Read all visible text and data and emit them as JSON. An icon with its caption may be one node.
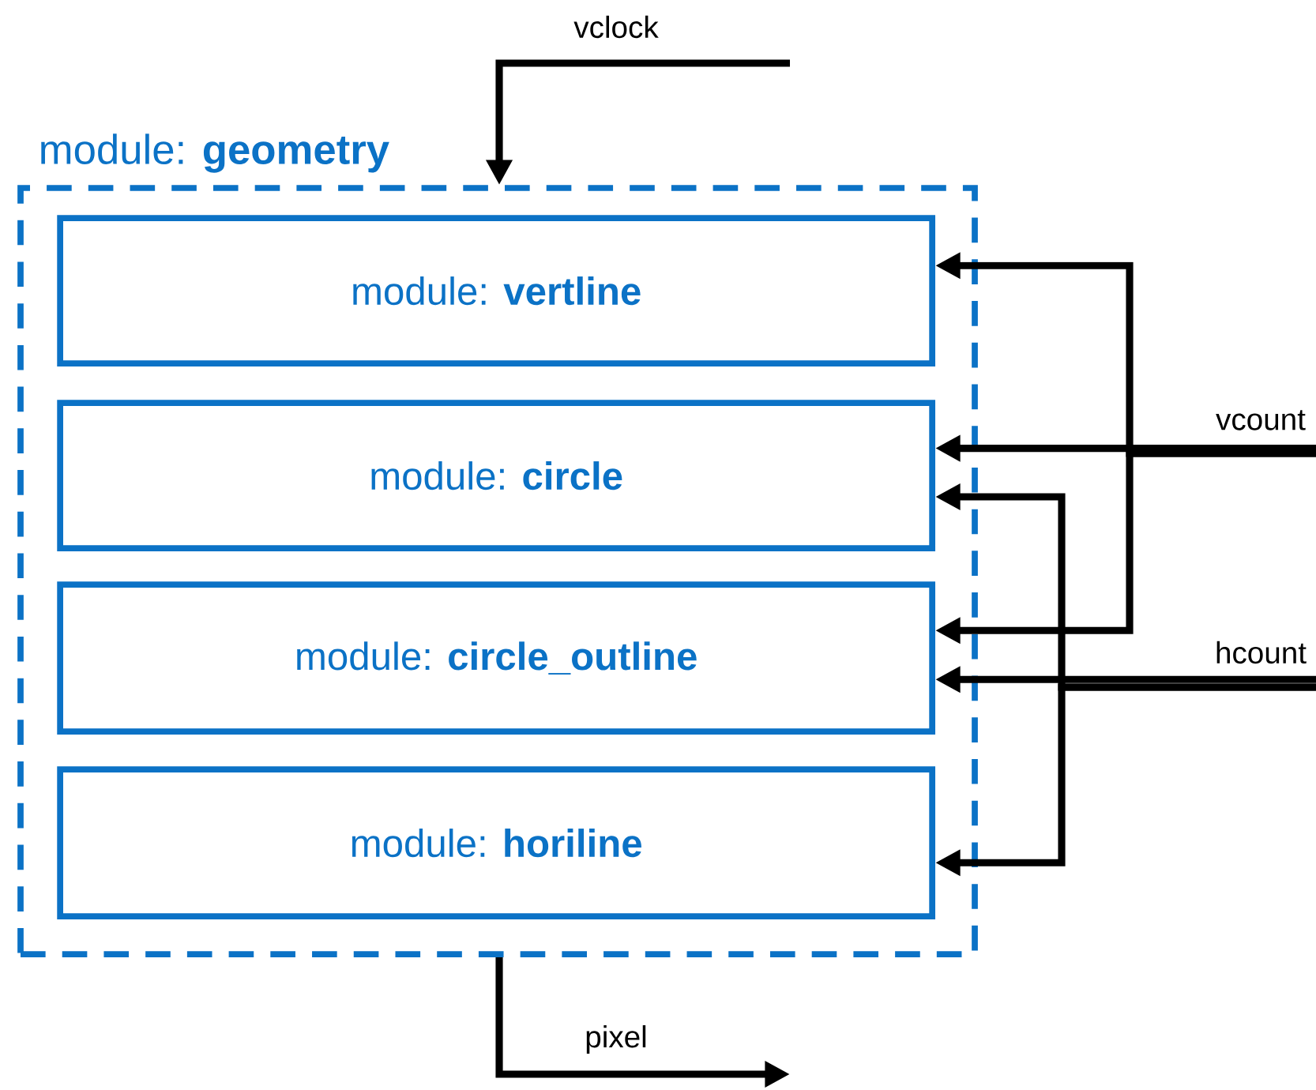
{
  "diagram": {
    "nodes": [
      {
        "text": [
          "module:  **geometry**"
        ]
      },
      {
        "text": [
          "module: **vertline**"
        ],
        "in": 0
      },
      {
        "text": [
          "module: **circle**"
        ],
        "in": 0
      },
      {
        "text": [
          "module: **circle_outline**"
        ],
        "in": 0
      },
      {
        "text": [
          "module: **horiline**"
        ],
        "in": 0
      }
    ],
    "edges": [
      {
        "from": null,
        "to": 0,
        "arrow": "to",
        "label": "vclock"
      },
      {
        "from": 0,
        "to": null,
        "arrow": "to",
        "label": "pixel"
      },
      {
        "from": null,
        "to": 1,
        "arrow": "to"
      },
      {
        "from": null,
        "to": 2,
        "arrow": "to",
        "label": "vcount"
      },
      {
        "from": null,
        "to": 3,
        "arrow": "to"
      },
      {
        "from": null,
        "to": 2,
        "arrow": "to"
      },
      {
        "from": null,
        "to": 3,
        "arrow": "to",
        "label": "hcount"
      },
      {
        "from": null,
        "to": 4,
        "arrow": "to"
      }
    ]
  }
}
